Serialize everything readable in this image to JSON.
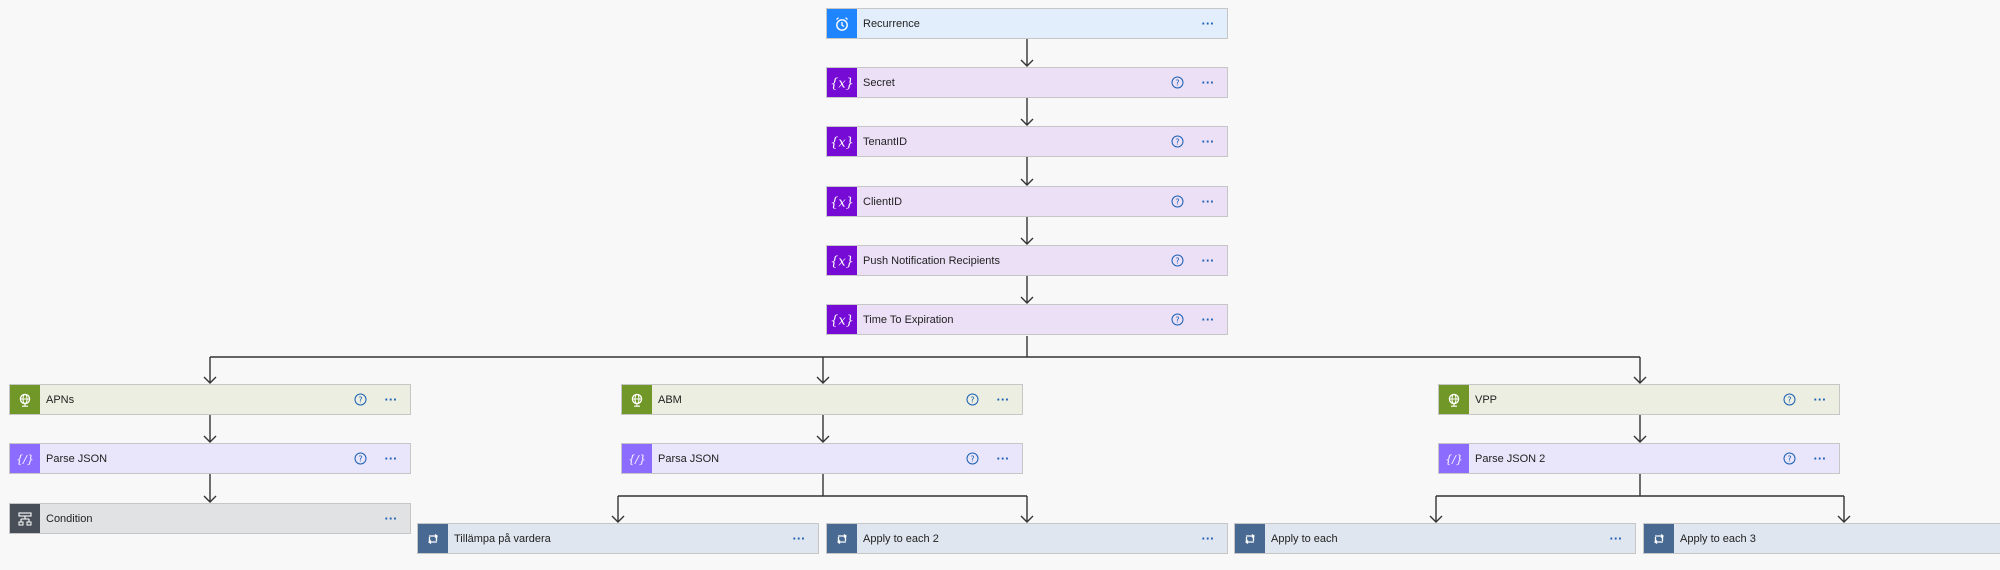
{
  "flow": {
    "trigger": {
      "label": "Recurrence",
      "icon": "alarm-clock-icon"
    },
    "variables": [
      {
        "label": "Secret",
        "icon": "variable-icon"
      },
      {
        "label": "TenantID",
        "icon": "variable-icon"
      },
      {
        "label": "ClientID",
        "icon": "variable-icon"
      },
      {
        "label": "Push Notification Recipients",
        "icon": "variable-icon"
      },
      {
        "label": "Time To Expiration",
        "icon": "variable-icon"
      }
    ],
    "branches": {
      "apns": {
        "http": {
          "label": "APNs",
          "icon": "globe-icon"
        },
        "parse": {
          "label": "Parse JSON",
          "icon": "data-operation-icon"
        },
        "condition": {
          "label": "Condition",
          "icon": "condition-icon"
        }
      },
      "abm": {
        "http": {
          "label": "ABM",
          "icon": "globe-icon"
        },
        "parse": {
          "label": "Parsa JSON",
          "icon": "data-operation-icon"
        },
        "loop_left": {
          "label": "Tillämpa på vardera",
          "icon": "loop-icon"
        },
        "loop_right": {
          "label": "Apply to each 2",
          "icon": "loop-icon"
        }
      },
      "vpp": {
        "http": {
          "label": "VPP",
          "icon": "globe-icon"
        },
        "parse": {
          "label": "Parse JSON 2",
          "icon": "data-operation-icon"
        },
        "loop_left": {
          "label": "Apply to each",
          "icon": "loop-icon"
        },
        "loop_right": {
          "label": "Apply to each 3",
          "icon": "loop-icon"
        }
      }
    },
    "more_glyph": "···"
  },
  "colors": {
    "trigger_icon": "#1f85ff",
    "variable_icon": "#770bd6",
    "http_icon": "#709727",
    "parse_icon": "#8c6cff",
    "condition_icon": "#484f58",
    "loop_icon": "#486991",
    "accent_link": "#1a5fb4"
  }
}
